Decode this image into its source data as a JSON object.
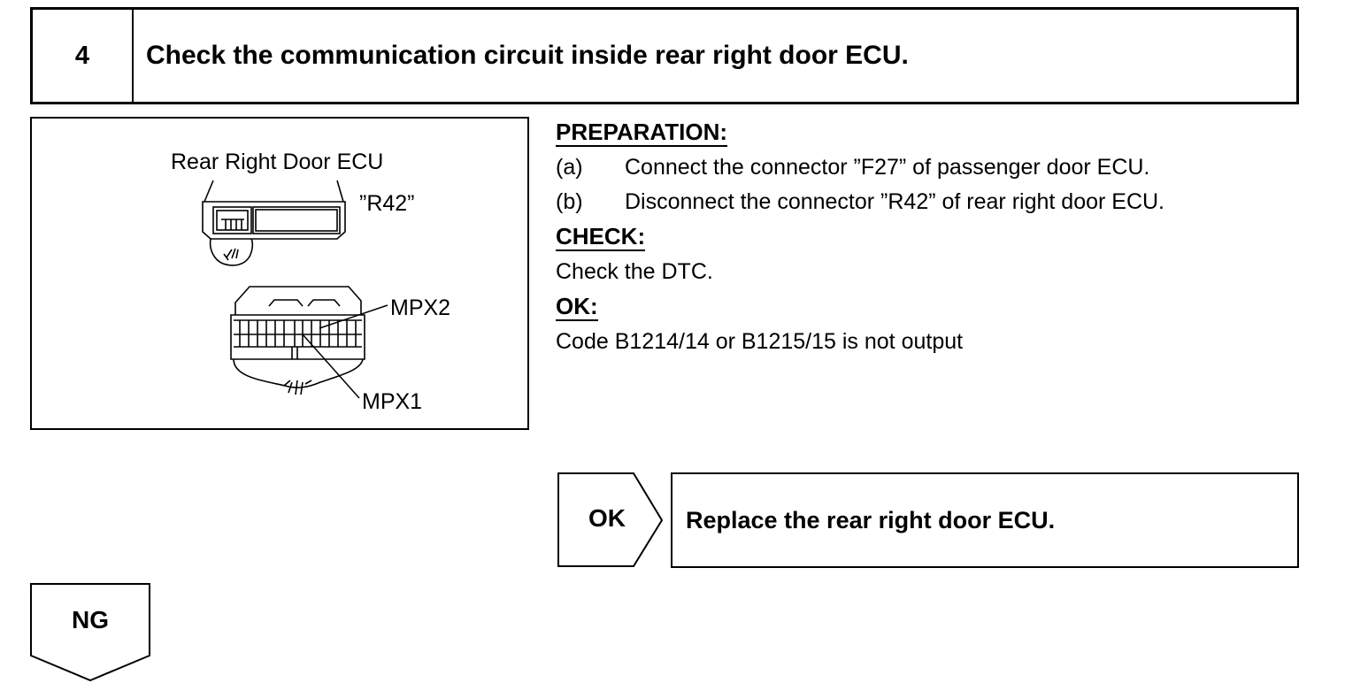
{
  "step": {
    "number": "4",
    "title": "Check the communication circuit inside rear right door ECU."
  },
  "figure": {
    "label_ecu": "Rear Right Door ECU",
    "label_connector": "”R42”",
    "label_mpx2": "MPX2",
    "label_mpx1": "MPX1"
  },
  "instructions": {
    "preparation_heading": "PREPARATION:",
    "steps": [
      {
        "marker": "(a)",
        "text": "Connect the connector ”F27” of passenger door ECU."
      },
      {
        "marker": "(b)",
        "text": "Disconnect the connector ”R42” of rear right door ECU."
      }
    ],
    "check_heading": "CHECK:",
    "check_text": "Check the DTC.",
    "ok_heading": "OK:",
    "ok_text": "Code B1214/14 or B1215/15 is not output"
  },
  "result_ok": {
    "label": "OK",
    "action": "Replace the rear right door ECU."
  },
  "result_ng": {
    "label": "NG"
  }
}
